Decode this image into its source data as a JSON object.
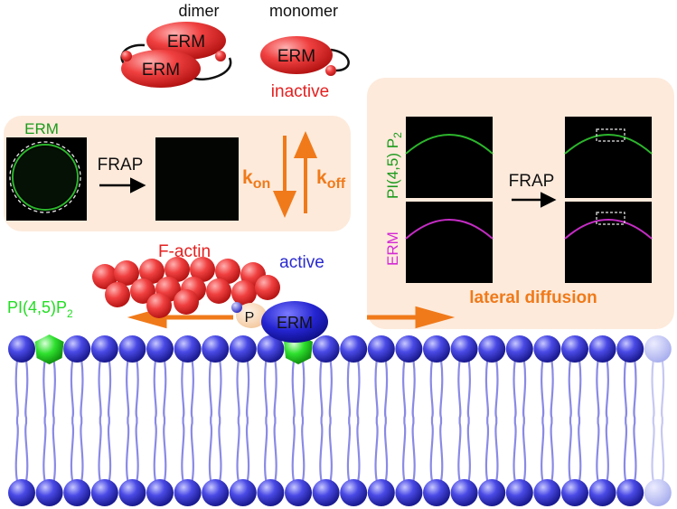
{
  "top": {
    "dimer_label": "dimer",
    "monomer_label": "monomer",
    "erm_text": "ERM",
    "inactive_label": "inactive"
  },
  "left_panel": {
    "image_label": "ERM",
    "frap_label": "FRAP",
    "kon_main": "k",
    "kon_sub": "on",
    "koff_main": "k",
    "koff_sub": "off"
  },
  "right_panel": {
    "pip2_label_main": "PI(4,5) P",
    "pip2_label_sub": "2",
    "erm_label": "ERM",
    "frap_label": "FRAP",
    "caption": "lateral diffusion"
  },
  "membrane": {
    "factin_label": "F-actin",
    "active_label": "active",
    "pip2_main": "PI(4,5)P",
    "pip2_sub": "2",
    "phospho_label": "P",
    "erm_text": "ERM"
  },
  "colors": {
    "erm_red": "#e53030",
    "lipid_blue": "#3434d8",
    "pip2_green": "#22dd22",
    "arrow_orange": "#f07a1a",
    "panel_bg": "#fdeadb",
    "active_blue": "#2a2ad0"
  }
}
